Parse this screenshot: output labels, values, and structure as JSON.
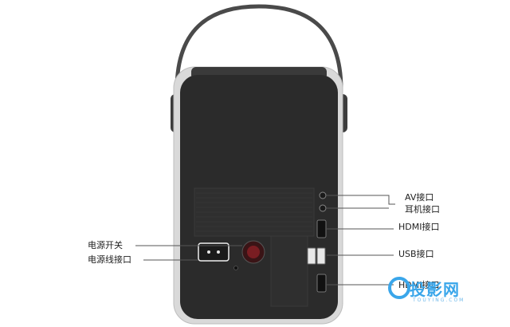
{
  "labels": {
    "av": "AV接口",
    "earphone": "耳机接口",
    "hdmi": "HDMI接口",
    "usb": "USB接口",
    "hdmi2": "HDMI接口",
    "power_switch": "电源开关",
    "power_port": "电源线接口"
  },
  "watermark": {
    "name": "投影网",
    "sub": "TOUYING.COM"
  },
  "colors": {
    "body": "#2b2b2b",
    "frame": "#d9d9d9",
    "accent": "#3aa6ea",
    "switch": "#7a1d22"
  }
}
